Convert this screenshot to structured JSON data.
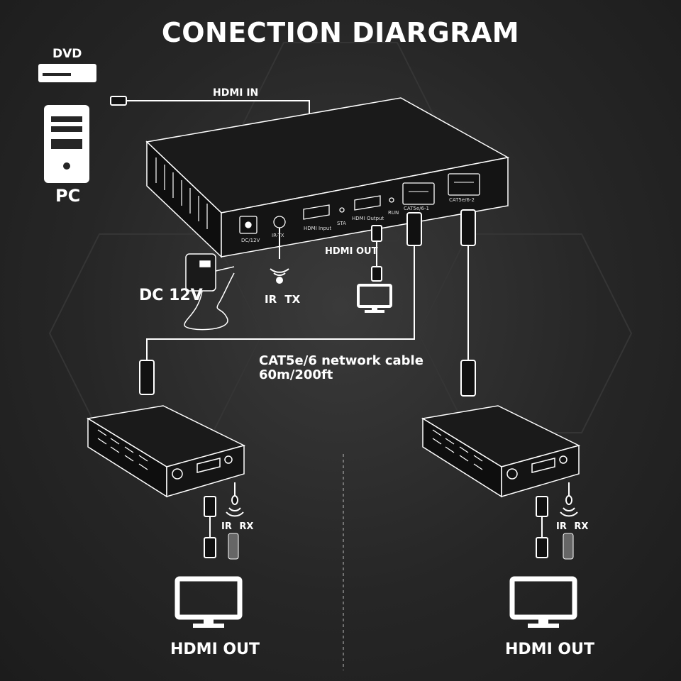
{
  "diagram": {
    "title": "CONECTION DIARGRAM",
    "source": {
      "dvd_label": "DVD",
      "pc_label": "PC"
    },
    "splitter": {
      "hdmi_in_label": "HDMI IN",
      "ports": {
        "dc": "DC/12V",
        "irtx": "IR-TX",
        "hdmi_input": "HDMI Input",
        "sta": "STA",
        "hdmi_output": "HDMI Output",
        "run": "RUN",
        "cat1": "CAT5e/6-1",
        "cat2": "CAT5e/6-2"
      },
      "hdmi_out_label": "HDMI OUT",
      "power_label": "DC 12V",
      "ir_tx_label": "IR TX"
    },
    "cable": {
      "line1": "CAT5e/6 network cable",
      "line2": "60m/200ft"
    },
    "receivers": [
      {
        "ir_rx_label": "IR RX",
        "hdmi_out_label": "HDMI OUT"
      },
      {
        "ir_rx_label": "IR RX",
        "hdmi_out_label": "HDMI OUT"
      }
    ],
    "colors": {
      "background": "#262626",
      "line": "#ffffff",
      "device": "#111111"
    }
  }
}
